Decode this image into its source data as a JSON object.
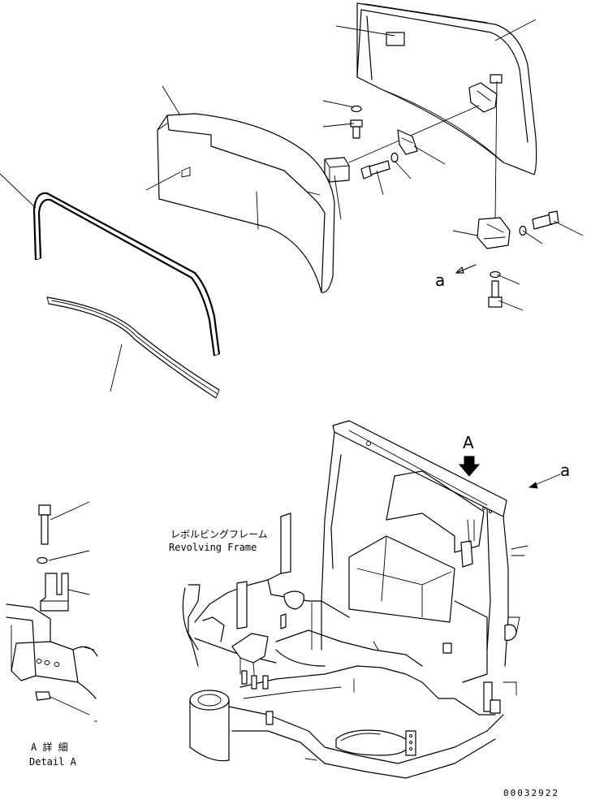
{
  "labels": {
    "view_a_marker": "A",
    "arrow_ref_top": "a",
    "arrow_ref_frame": "a",
    "frame_name_jp": "レボルビングフレーム",
    "frame_name_en": "Revolving Frame",
    "detail_jp": "A 詳 細",
    "detail_en": "Detail A",
    "drawing_code": "00032922"
  }
}
